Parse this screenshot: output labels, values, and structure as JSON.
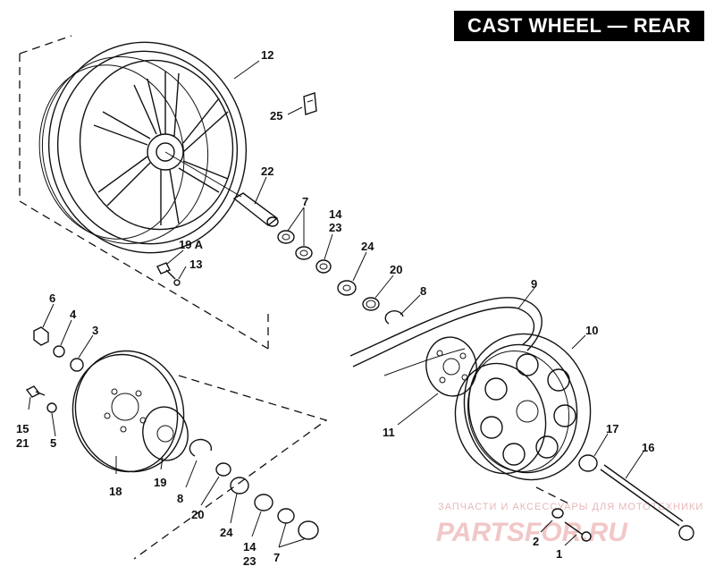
{
  "title": "CAST WHEEL — REAR",
  "watermark": {
    "line1": "ЗАПЧАСТИ И АКСЕССУАРЫ ДЛЯ МОТОТЕХНИКИ",
    "logo": "PARTSFOR.RU"
  },
  "callouts": {
    "c12": "12",
    "c25": "25",
    "c22": "22",
    "c7a": "7",
    "c14a": "14",
    "c23a": "23",
    "c24a": "24",
    "c20a": "20",
    "c8a": "8",
    "c9": "9",
    "c10": "10",
    "c19a": "19 A",
    "c13": "13",
    "c6": "6",
    "c4": "4",
    "c3": "3",
    "c15": "15",
    "c21": "21",
    "c5": "5",
    "c11": "11",
    "c17": "17",
    "c16": "16",
    "c18": "18",
    "c19": "19",
    "c8b": "8",
    "c20b": "20",
    "c24b": "24",
    "c14b": "14",
    "c23b": "23",
    "c7b": "7",
    "c2": "2",
    "c1": "1"
  }
}
